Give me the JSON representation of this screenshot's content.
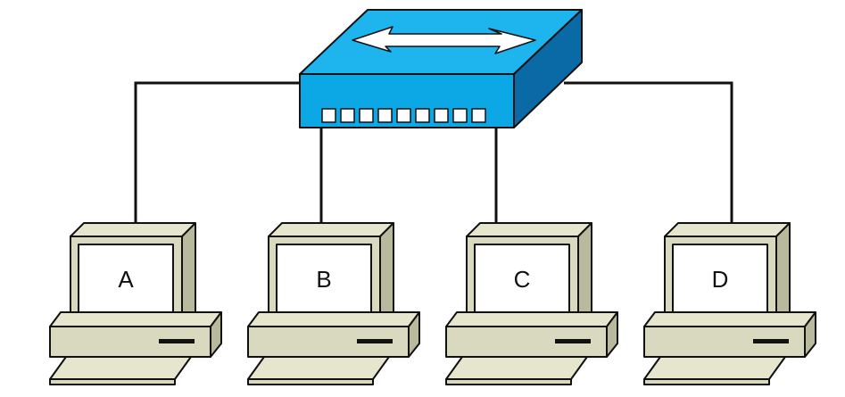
{
  "colors": {
    "switch_top": "#1eb4ee",
    "switch_front": "#0ca8e6",
    "switch_side": "#0a6aa6",
    "pc_body": "#d9d9bf",
    "pc_top": "#e6e6cf",
    "pc_side": "#b9b99d",
    "outline": "#111111",
    "cable": "#111111"
  },
  "switch": {
    "icon": "network-switch-icon",
    "arrow_icon": "bidirectional-arrow-icon",
    "port_count": 9
  },
  "computers": [
    {
      "label": "A",
      "icon": "desktop-computer-icon"
    },
    {
      "label": "B",
      "icon": "desktop-computer-icon"
    },
    {
      "label": "C",
      "icon": "desktop-computer-icon"
    },
    {
      "label": "D",
      "icon": "desktop-computer-icon"
    }
  ],
  "connections": [
    {
      "from": "switch",
      "to": "A"
    },
    {
      "from": "switch",
      "to": "B"
    },
    {
      "from": "switch",
      "to": "C"
    },
    {
      "from": "switch",
      "to": "D"
    }
  ]
}
